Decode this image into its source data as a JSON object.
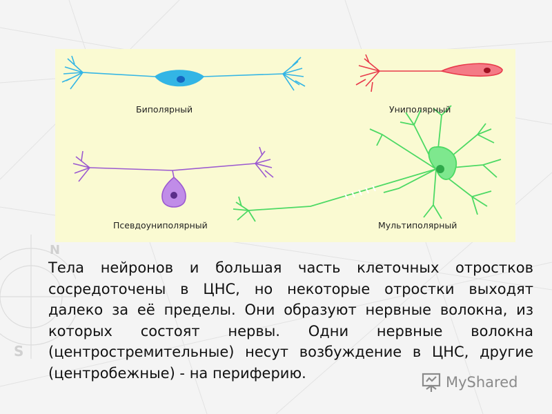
{
  "figure": {
    "labels": {
      "bipolar": "Биполярный",
      "unipolar": "Униполярный",
      "pseudounipolar": "Псевдоуниполярный",
      "multipolar": "Мультиполярный"
    },
    "colors": {
      "panel": "#fafad2",
      "bipolar": "#33b5e5",
      "unipolar": "#e8394a",
      "pseudounipolar": "#9b59d0",
      "multipolar": "#4cd964"
    }
  },
  "body_text": "Тела нейронов и большая часть клеточных отростков сосредоточены в ЦНС, но некоторые отростки выходят далеко за её пределы. Они образуют нервные волокна, из которых состоят нервы. Одни нервные волокна (центростремительные) несут возбуждение в ЦНС, другие (центробежные) - на периферию.",
  "watermark": {
    "text": "MyShared",
    "icon": "presentation-board-icon"
  },
  "compass_letters": {
    "north": "N",
    "south": "S"
  }
}
